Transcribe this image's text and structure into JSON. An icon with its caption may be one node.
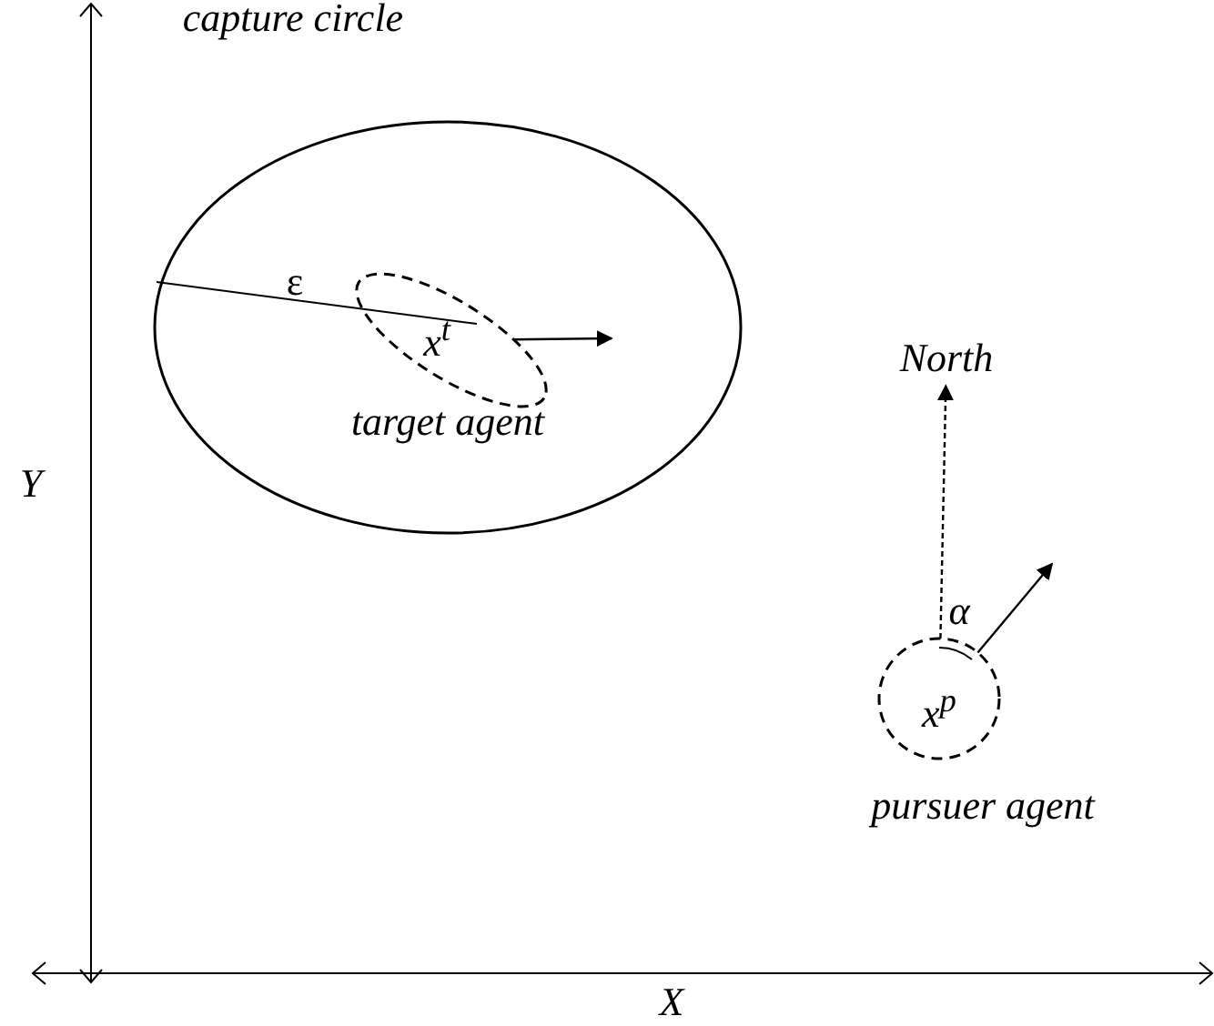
{
  "diagram": {
    "nodes": [
      {
        "text": [
          "capture circle"
        ]
      },
      {
        "text": [
          "x$^{t}$"
        ],
        "in": 0,
        "beside": [
          "target agent"
        ]
      },
      {
        "text": [
          "North"
        ]
      },
      {
        "text": [
          "x$^{p}$"
        ],
        "beside": [
          "pursuer agent"
        ]
      }
    ],
    "edges": [
      {
        "from": 1,
        "to": null,
        "arrow": "to"
      },
      {
        "from": 3,
        "to": 2,
        "arrow": "to",
        "style": "dashed"
      },
      {
        "from": 3,
        "to": null,
        "arrow": "to"
      }
    ],
    "labels": [
      "ε",
      "α",
      "Y",
      "X"
    ]
  }
}
